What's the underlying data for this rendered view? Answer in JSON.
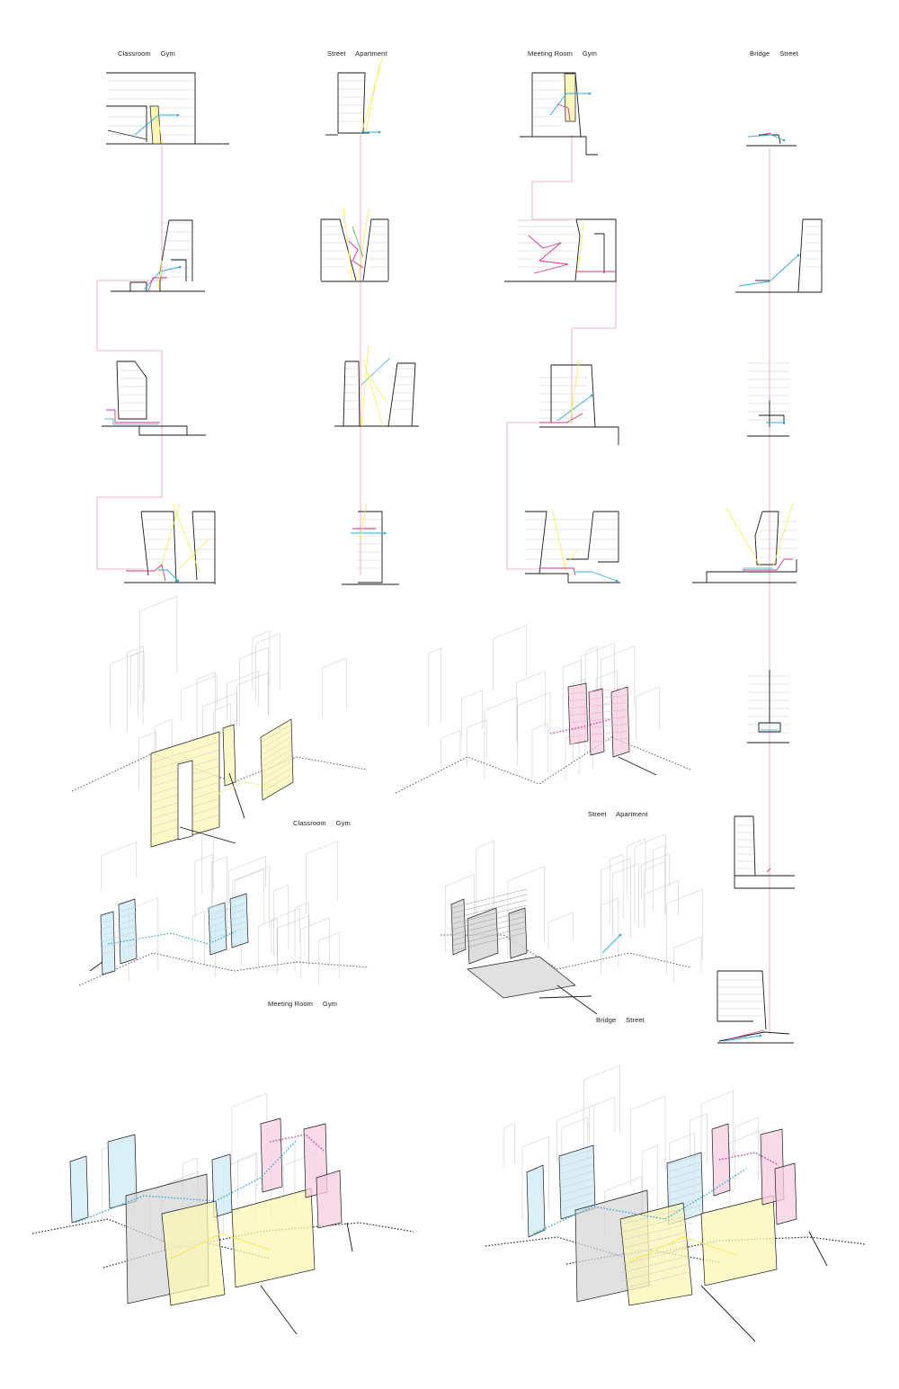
{
  "colors": {
    "outline": "#1a1a1a",
    "floor": "#c9c9c9",
    "yellow": "#f4ec5c",
    "yellow_fill": "#fbf6b4",
    "cyan": "#32a9d8",
    "cyan_fill": "#cfe9f6",
    "magenta": "#d1368f",
    "magenta_fill": "#f5cde1",
    "pink_route": "#ee9fb2",
    "green": "#4caf50",
    "gray_fill": "#d4d4d4",
    "ghost": "#c4c4c4"
  },
  "sections": [
    {
      "id": "classroom-gym",
      "label": "Classroom     Gym"
    },
    {
      "id": "street-apartment",
      "label": "Street     Apartment"
    },
    {
      "id": "meeting-gym",
      "label": "Meeting Room     Gym"
    },
    {
      "id": "bridge-street",
      "label": "Bridge     Street"
    }
  ],
  "axonometrics": [
    {
      "id": "axo-classroom-gym",
      "label": "Classroom     Gym"
    },
    {
      "id": "axo-street-apartment",
      "label": "Street     Apartment"
    },
    {
      "id": "axo-meeting-gym",
      "label": "Meeting Room     Gym"
    },
    {
      "id": "axo-bridge-street",
      "label": "Bridge     Street"
    }
  ]
}
